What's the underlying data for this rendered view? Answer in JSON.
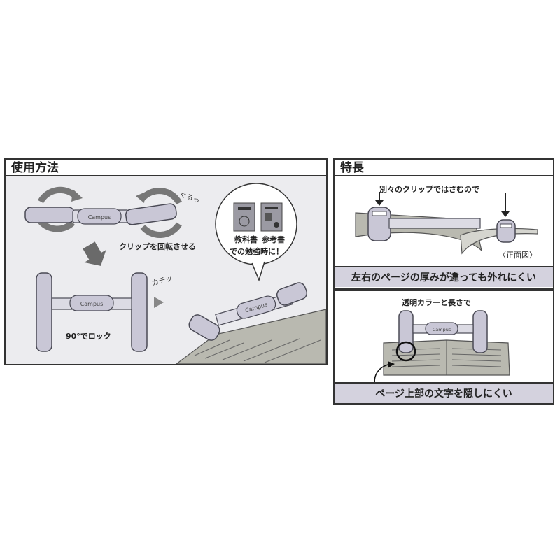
{
  "how_to_use": {
    "title": "使用方法",
    "rotate_caption": "クリップを回転させる",
    "spin_sound": "ぐるっ",
    "lock_caption": "90°でロック",
    "click_sound": "カチッ",
    "clip_brand": "Campus",
    "bubble": {
      "textbook_label": "教科書",
      "reference_label": "参考書",
      "study_caption": "での勉強時に！"
    }
  },
  "features": {
    "title": "特長",
    "separate_clips_caption": "別々のクリップではさむので",
    "front_view_label": "〈正面図〉",
    "thickness_banner": "左右のページの厚みが違っても外れにくい",
    "clear_length_caption": "透明カラーと長さで",
    "text_banner": "ページ上部の文字を隠しにくい",
    "clip_brand": "Campus"
  },
  "colors": {
    "clip_fill": "#c9c7d6",
    "clip_stroke": "#4a4a55",
    "banner_fill": "#d4d2de",
    "page_fill": "#b9b9b0"
  }
}
